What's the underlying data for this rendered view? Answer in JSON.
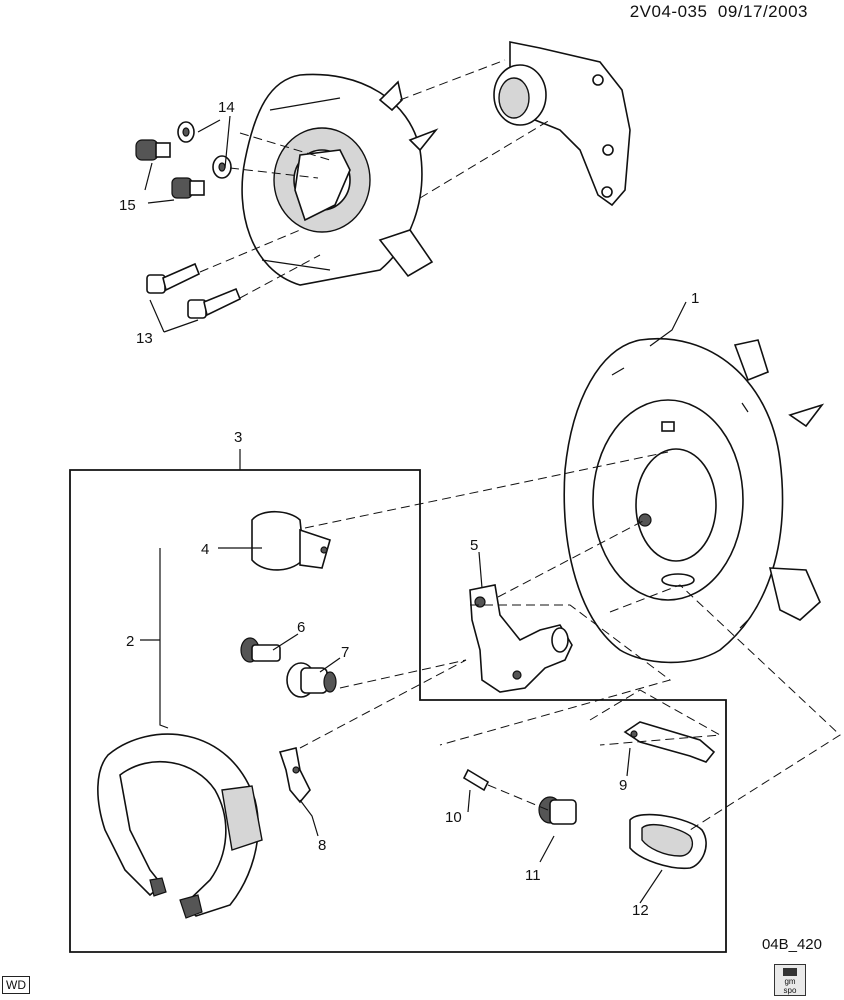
{
  "header": {
    "doc_id": "2V04-035",
    "date": "09/17/2003"
  },
  "figure_code": "04B_420",
  "footer": {
    "wd_mark": "WD",
    "logo_text": "gm\nspo"
  },
  "callouts": [
    "1",
    "2",
    "3",
    "4",
    "5",
    "6",
    "7",
    "8",
    "9",
    "10",
    "11",
    "12",
    "13",
    "14",
    "15"
  ]
}
